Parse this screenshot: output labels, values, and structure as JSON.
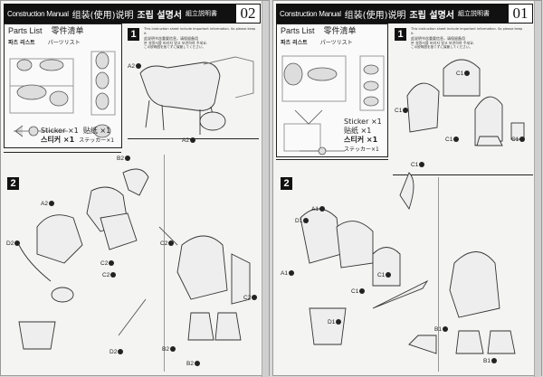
{
  "header": {
    "en": "Construction Manual",
    "cn": "组装(使用)说明",
    "kr": "조립 설명서",
    "jp": "組立説明書"
  },
  "parts": {
    "title_en": "Parts List",
    "title_cn": "零件清单",
    "title_kr": "파츠 리스트",
    "title_jp": "パーツリスト"
  },
  "sticker": {
    "en": "Sticker ×1",
    "cn": "贴纸 ×1",
    "kr": "스티커 ×1",
    "jp": "ステッカー×1"
  },
  "info": {
    "en": "This instruction sheet include important information. So please keep it.",
    "cn": "此说明书含重要信息，请保留备用",
    "kr": "본 설명서를 버리지 말고 보관하여 주세요.",
    "jp": "この説明図を捨てずに保管してください。"
  },
  "pages": [
    {
      "number": "02",
      "steps": [
        "1",
        "2"
      ],
      "labels": [
        "A2",
        "A2",
        "B2",
        "A2",
        "D2",
        "C2",
        "C2",
        "C2",
        "C2",
        "B2",
        "D2",
        "B2"
      ]
    },
    {
      "number": "01",
      "steps": [
        "1",
        "2"
      ],
      "labels": [
        "C1",
        "C1",
        "C1",
        "C1",
        "C1",
        "A1",
        "D1",
        "A1",
        "C1",
        "C1",
        "D1",
        "B1",
        "B1"
      ]
    }
  ]
}
